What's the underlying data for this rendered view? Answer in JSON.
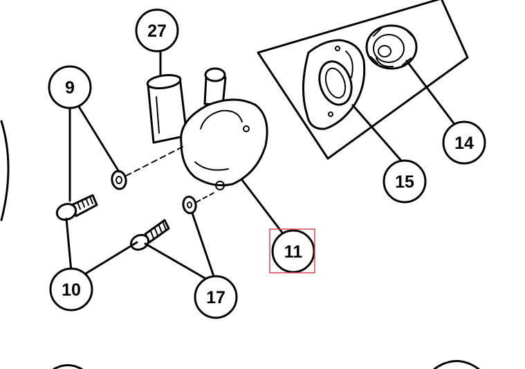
{
  "diagram": {
    "callouts": {
      "c27": "27",
      "c9": "9",
      "c14": "14",
      "c15": "15",
      "c11": "11",
      "c10": "10",
      "c17": "17"
    },
    "highlight_color": "#d9434b",
    "ink_color": "#000000"
  }
}
